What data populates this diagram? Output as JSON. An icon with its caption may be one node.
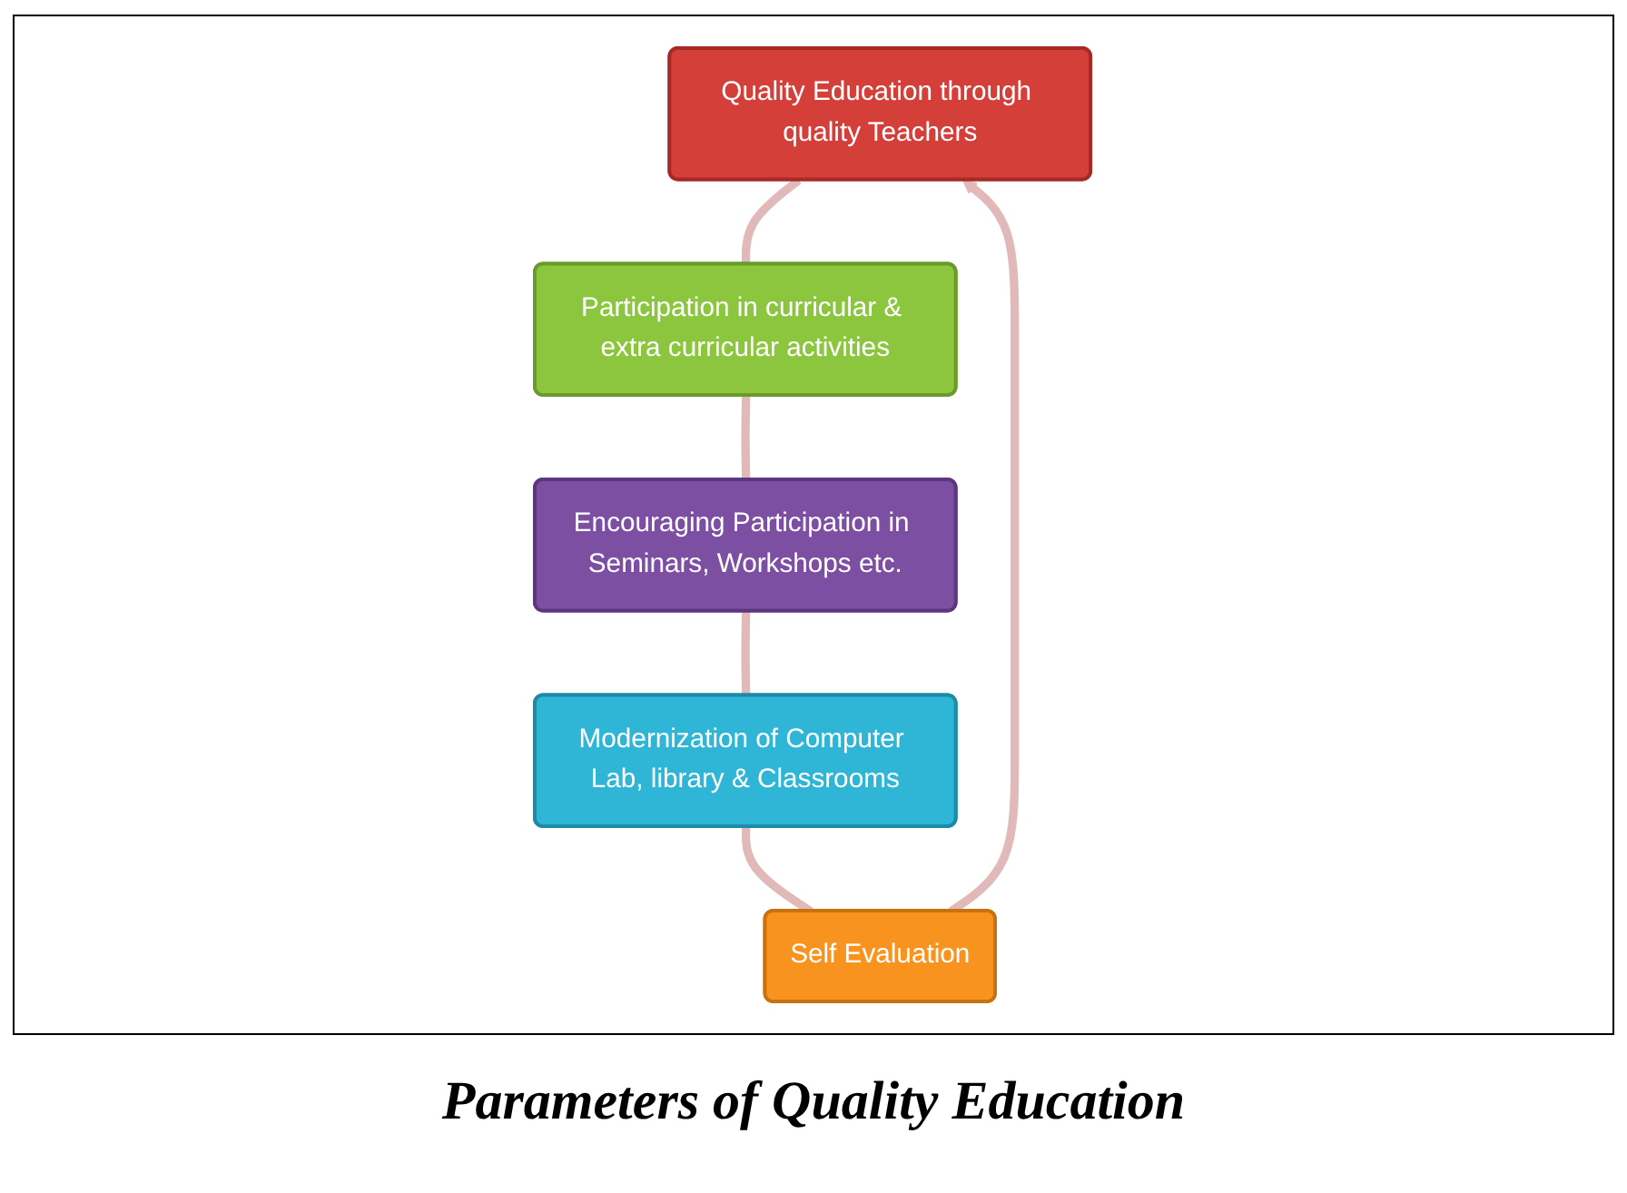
{
  "diagram": {
    "caption": "Parameters of Quality Education",
    "nodes": [
      {
        "text": [
          "Quality Education through quality Teachers"
        ]
      },
      {
        "text": [
          "Self Evaluation"
        ]
      },
      {
        "text": [
          "Participation in curricular & extra curricular activities"
        ]
      },
      {
        "text": [
          "Modernization of Computer Lab, library & Classrooms"
        ]
      },
      {
        "text": [
          "Encouraging Participation in Seminars, Workshops etc."
        ]
      }
    ],
    "edges": [
      {
        "from": 0,
        "to": 2,
        "arrow": "none"
      },
      {
        "from": 2,
        "to": 4,
        "arrow": "none"
      },
      {
        "from": 4,
        "to": 3,
        "arrow": "none"
      },
      {
        "from": 3,
        "to": 1,
        "arrow": "none"
      },
      {
        "from": 1,
        "to": 0,
        "arrow": "to"
      }
    ]
  }
}
